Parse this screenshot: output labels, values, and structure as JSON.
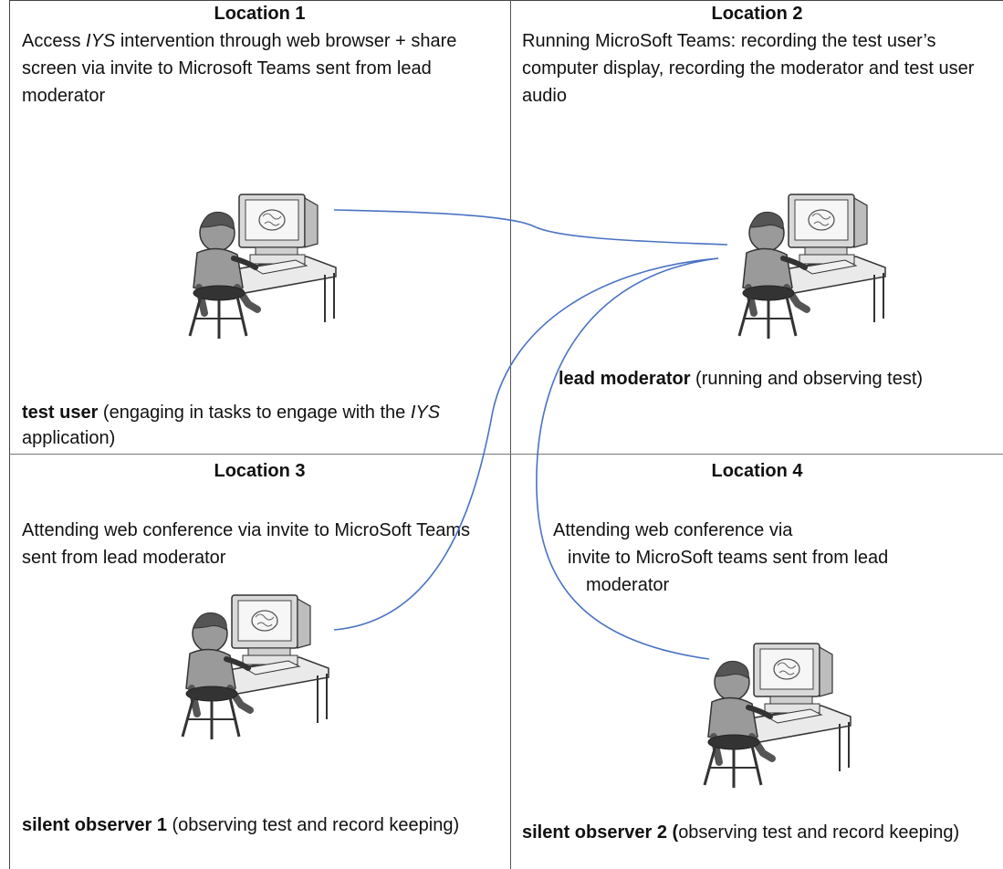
{
  "loc1": {
    "title": "Location 1",
    "desc": {
      "a": "Access ",
      "b": "IYS",
      "c": " intervention through web browser + share screen via invite to Microsoft Teams sent from lead moderator"
    },
    "person_bold": "test user",
    "person_rest_a": " (engaging in tasks to engage with the ",
    "person_italic": "IYS",
    "person_rest_b": " application)"
  },
  "loc2": {
    "title": "Location 2",
    "desc": "Running MicroSoft Teams: recording the test user’s computer display, recording the moderator and test user audio",
    "person_bold": "lead moderator",
    "person_rest": " (running and observing test)"
  },
  "loc3": {
    "title": "Location 3",
    "desc": "Attending web conference via invite to MicroSoft Teams sent from lead moderator",
    "person_bold": "silent observer 1",
    "person_rest": " (observing test and record keeping)"
  },
  "loc4": {
    "title": "Location 4",
    "desc_l1": "Attending web conference via",
    "desc_l2": "invite to MicroSoft teams sent from lead",
    "desc_l3": "moderator",
    "person_bold": "silent observer 2 (",
    "person_rest": "observing test and record keeping)"
  },
  "colors": {
    "connector": "#4a72c4",
    "grid": "#555555"
  },
  "icons": [
    "computer-user-icon"
  ]
}
